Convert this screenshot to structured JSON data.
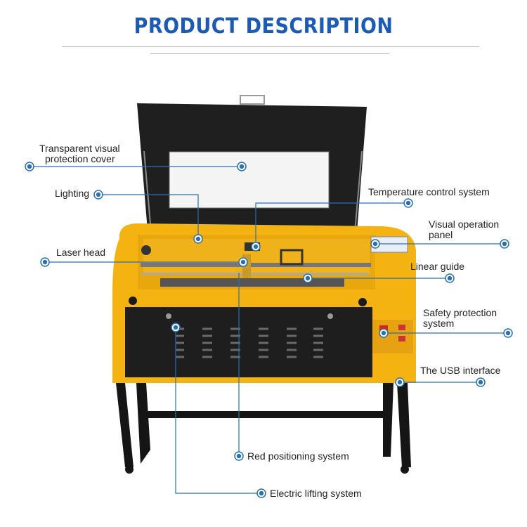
{
  "header": {
    "title": "PRODUCT DESCRIPTION"
  },
  "colors": {
    "accent": "#1c5bb5",
    "leader": "#2a6fb0",
    "machine_body": "#f5b312",
    "cabinet": "#1e1e1e",
    "window": "#f4f4f4"
  },
  "labels": {
    "cover": {
      "line1": "Transparent visual",
      "line2": "protection cover"
    },
    "lighting": "Lighting",
    "laser_head": "Laser head",
    "temperature": "Temperature control system",
    "visual_panel": {
      "line1": "Visual operation",
      "line2": "panel"
    },
    "linear_guide": "Linear guide",
    "safety": {
      "line1": "Safety protection",
      "line2": "system"
    },
    "usb": "The USB interface",
    "red_positioning": "Red positioning system",
    "electric_lifting": "Electric lifting system"
  },
  "icons": {
    "callout_marker": "target-dot-icon"
  }
}
